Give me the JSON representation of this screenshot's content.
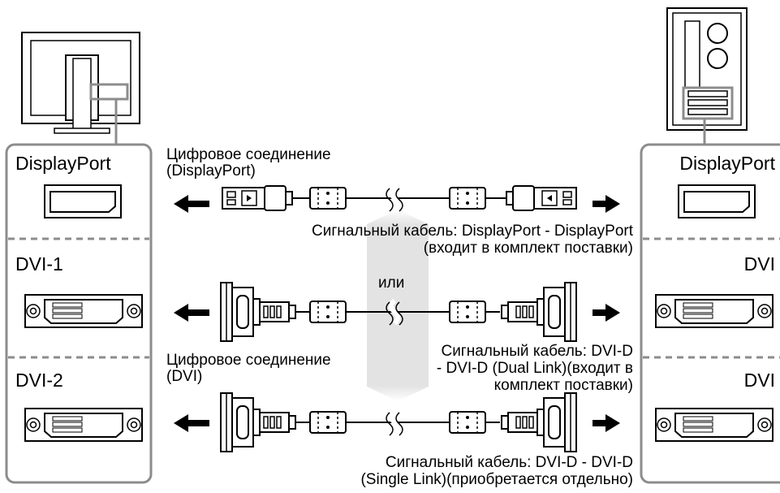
{
  "left_panel": {
    "ports": [
      "DisplayPort",
      "DVI-1",
      "DVI-2"
    ]
  },
  "right_panel": {
    "ports": [
      "DisplayPort",
      "DVI",
      "DVI"
    ]
  },
  "connections": {
    "displayport_group_label": [
      "Цифровое соединение",
      "(DisplayPort)"
    ],
    "dvi_group_label": [
      "Цифровое соединение",
      "(DVI)"
    ],
    "or_label": "или"
  },
  "cables": {
    "displayport": [
      "Сигнальный кабель: DisplayPort - DisplayPort",
      "(входит в комплект поставки)"
    ],
    "dvi_dual": [
      "Сигнальный кабель: DVI-D",
      "- DVI-D (Dual Link)(входит в",
      "комплект поставки)"
    ],
    "dvi_single": [
      "Сигнальный кабель: DVI-D - DVI-D",
      "(Single Link)(приобретается отдельно)"
    ]
  },
  "colors": {
    "panel_border": "#8c8c8c",
    "divider": "#8c8c8c",
    "band": "#d9d9d9",
    "line": "#000000"
  }
}
